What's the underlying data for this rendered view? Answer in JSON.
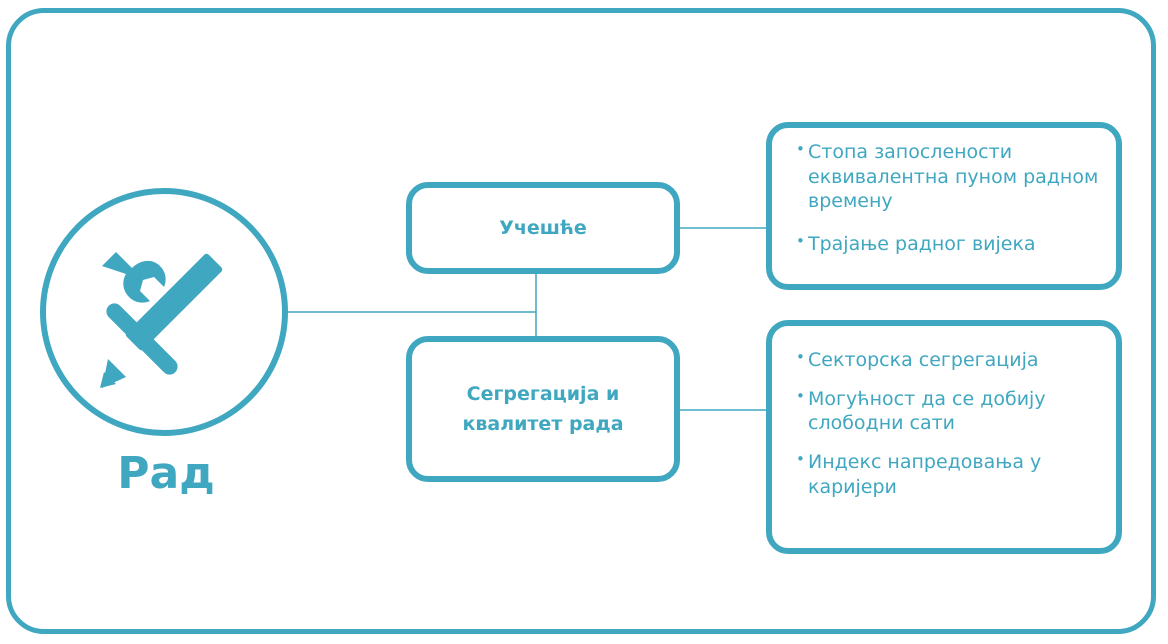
{
  "domain": {
    "title": "Рад",
    "icon": "wrench-and-pencil-icon"
  },
  "nodes": [
    {
      "label": "Учешће"
    },
    {
      "label_line1": "Сегрегација и",
      "label_line2": "квалитет рада"
    }
  ],
  "details": [
    {
      "items": [
        "Стопа запослености еквивалентна пуном радном времену",
        "Трајање радног вијека"
      ]
    },
    {
      "items": [
        "Секторска сегрегација",
        "Могућност да се добију слободни сати",
        "Индекс напредовања у каријери"
      ]
    }
  ],
  "colors": {
    "accent": "#3fa7c0",
    "background": "#ffffff"
  }
}
